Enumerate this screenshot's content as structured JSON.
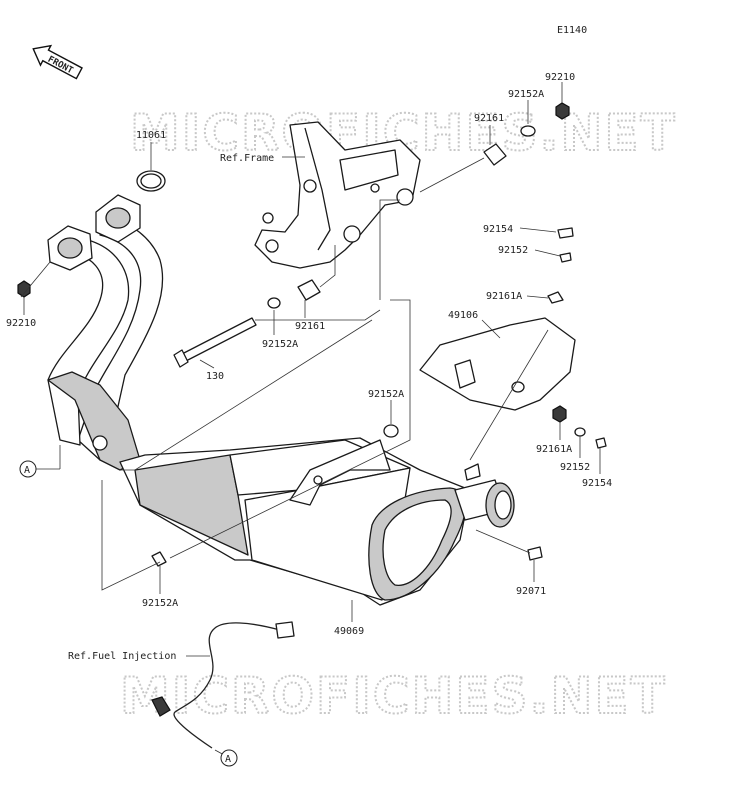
{
  "diagram_code": "E1140",
  "front_label": "FRONT",
  "watermark": "MICROFICHES.NET",
  "refs": {
    "frame": "Ref.Frame",
    "fuel_injection": "Ref.Fuel Injection"
  },
  "callout_letter": "A",
  "parts": {
    "gasket": "11061",
    "nut_left": "92210",
    "bolt": "130",
    "washer_bolt": "92152A",
    "damper_mid": "92161",
    "nut_top": "92210",
    "washer_top": "92152A",
    "damper_top": "92161",
    "screw_top": "92154",
    "washer_small_top": "92152",
    "damper_small_top": "92161A",
    "cover": "49106",
    "washer_mid": "92152A",
    "damper_small_bottom": "92161A",
    "washer_small_bottom": "92152",
    "screw_bottom": "92154",
    "cap": "92071",
    "muffler": "49069",
    "washer_bottom": "92152A"
  }
}
